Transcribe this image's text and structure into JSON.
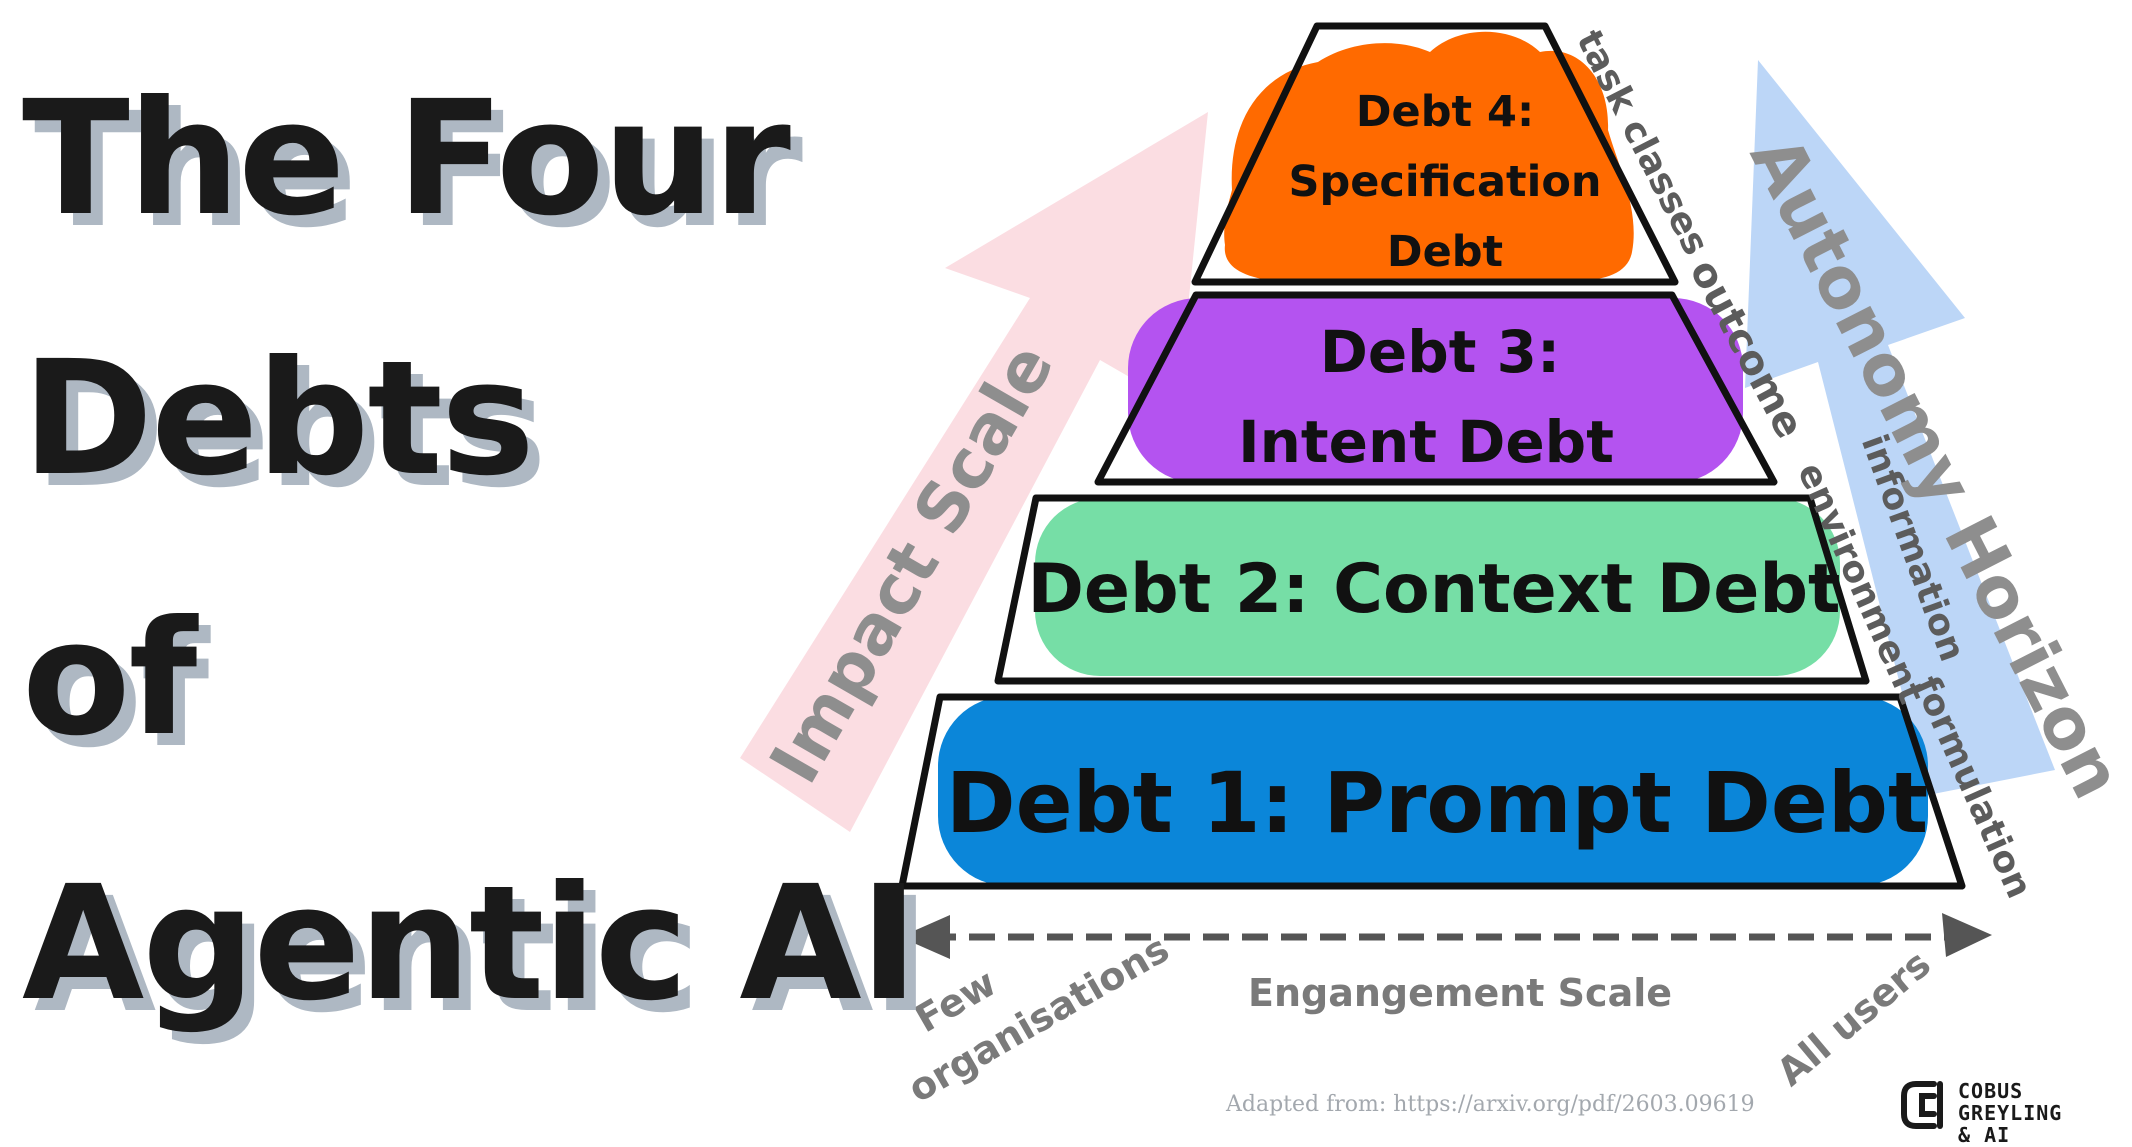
{
  "title_lines": [
    "The Four",
    "Debts",
    "of",
    "Agentic AI"
  ],
  "pyramid": {
    "level4": {
      "lines": [
        "Debt 4:",
        "Specification",
        "Debt"
      ],
      "fill": "#ff6a00",
      "side_label": "task classes"
    },
    "level3": {
      "lines": [
        "Debt 3:",
        "Intent Debt"
      ],
      "fill": "#b453f0",
      "side_label": "outcome"
    },
    "level2": {
      "lines": [
        "Debt 2: Context Debt"
      ],
      "fill": "#76dea6",
      "side_label_lines": [
        "information",
        "environment"
      ]
    },
    "level1": {
      "lines": [
        "Debt 1: Prompt Debt"
      ],
      "fill": "#0b86d9",
      "side_label": "formulation"
    }
  },
  "left_arrow": {
    "label": "Impact Scale",
    "color": "#fbdde2"
  },
  "right_arrow": {
    "label": "Autonomy Horizon",
    "color": "#bcd6f7"
  },
  "engagement": {
    "label": "Engangement Scale",
    "left_lines": [
      "Few",
      "organisations"
    ],
    "right": "All users"
  },
  "credit": "Adapted from: https://arxiv.org/pdf/2603.09619",
  "brand": {
    "line1": "COBUS GREYLING",
    "line2": "& AI"
  }
}
